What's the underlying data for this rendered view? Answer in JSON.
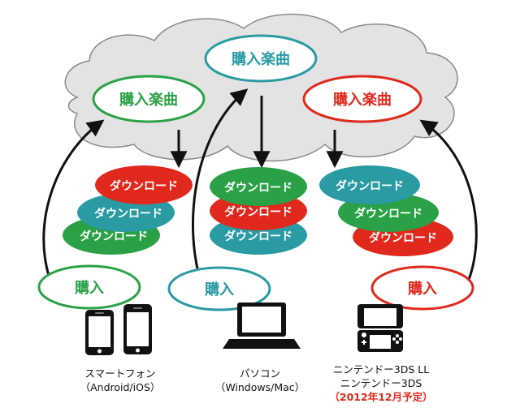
{
  "colors": {
    "green": "#2aa146",
    "teal": "#2a9aa3",
    "red": "#e0291c",
    "cloud_fill": "#e3e3e3",
    "cloud_stroke": "#8a8a8a",
    "arrow": "#111111"
  },
  "cloud": {
    "labels": {
      "left": "購入楽曲",
      "center": "購入楽曲",
      "right": "購入楽曲"
    }
  },
  "purchase": {
    "left": "購入",
    "center": "購入",
    "right": "購入"
  },
  "downloads": {
    "left": [
      "ダウンロード",
      "ダウンロード",
      "ダウンロード"
    ],
    "center": [
      "ダウンロード",
      "ダウンロード",
      "ダウンロード"
    ],
    "right": [
      "ダウンロード",
      "ダウンロード",
      "ダウンロード"
    ]
  },
  "devices": {
    "smartphone": {
      "icon": "smartphone-icon",
      "line1": "スマートフォン",
      "line2": "（Android/iOS）"
    },
    "pc": {
      "icon": "laptop-icon",
      "line1": "パソコン",
      "line2": "（Windows/Mac）"
    },
    "nintendo": {
      "icon": "handheld-console-icon",
      "line1": "ニンテンドー3DS LL",
      "line2": "ニンテンドー3DS",
      "note": "（2012年12月予定）"
    }
  }
}
